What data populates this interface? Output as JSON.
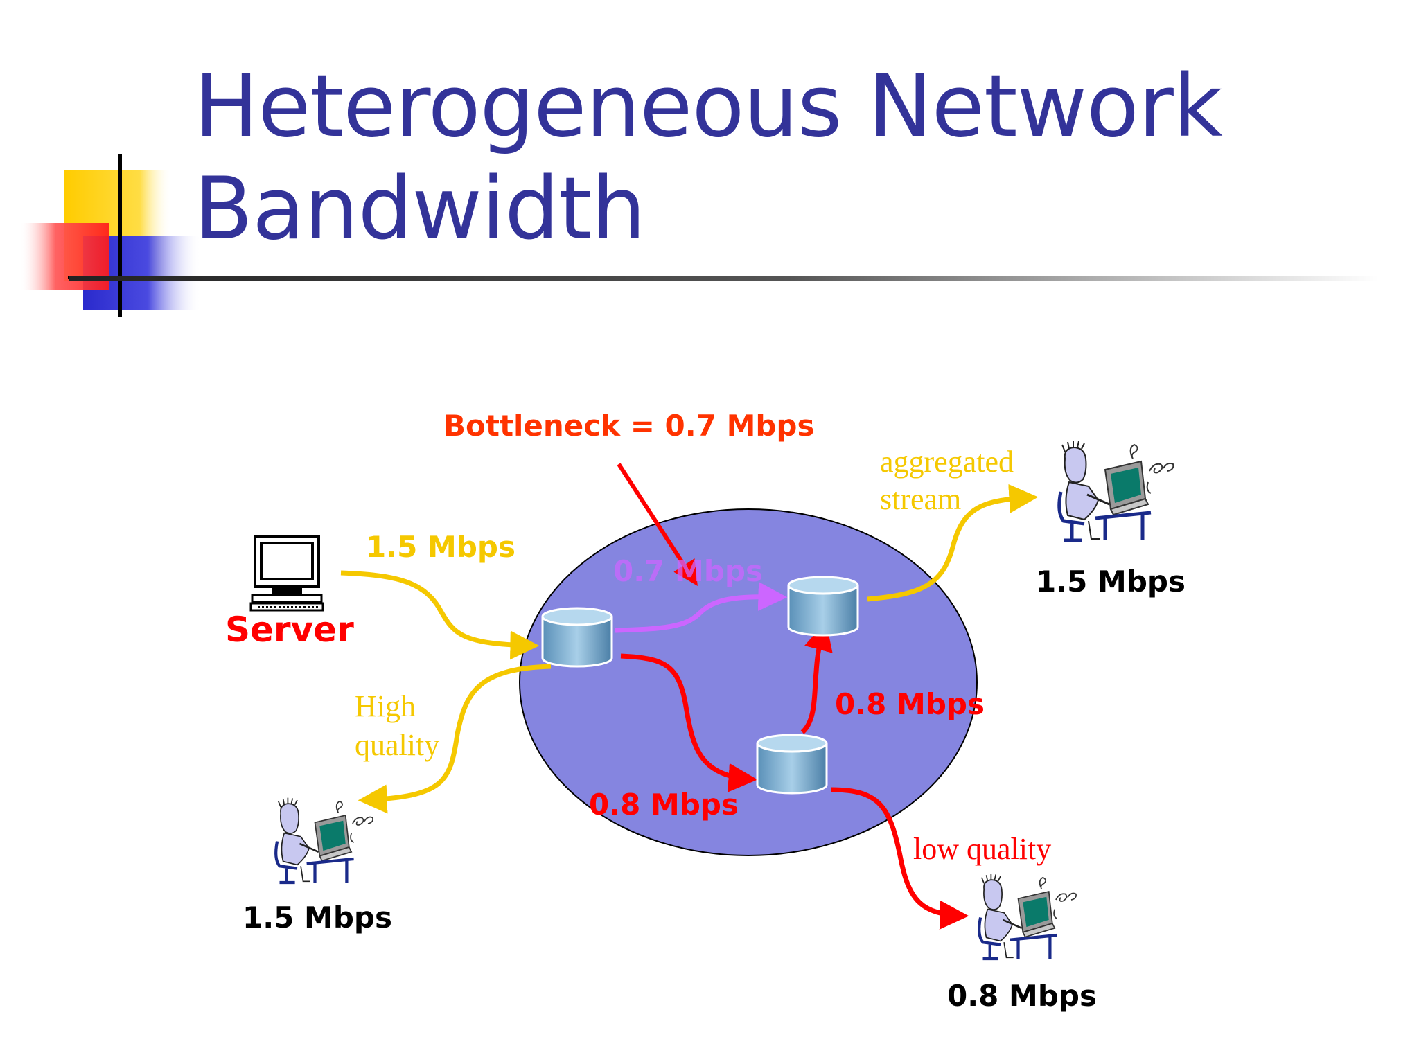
{
  "title_line1": "Heterogeneous Network",
  "title_line2": "Bandwidth",
  "colors": {
    "title": "#333399",
    "cloud": "#8585e0",
    "yellow_flow": "#f5c800",
    "red_flow": "#ff0000",
    "purple_flow": "#cc66ff",
    "label_red": "#ff3300"
  },
  "labels": {
    "bottleneck": "Bottleneck = 0.7 Mbps",
    "server": "Server",
    "server_link": "1.5 Mbps",
    "cloud_link": "0.7 Mbps",
    "aggregated_line1": "aggregated",
    "aggregated_line2": "stream",
    "high_line1": "High",
    "high_line2": "quality",
    "low_quality": "low quality",
    "vertical_link": "0.8 Mbps",
    "lower_link": "0.8 Mbps",
    "client_top_right": "1.5 Mbps",
    "client_bottom_left": "1.5 Mbps",
    "client_bottom_right": "0.8 Mbps"
  }
}
